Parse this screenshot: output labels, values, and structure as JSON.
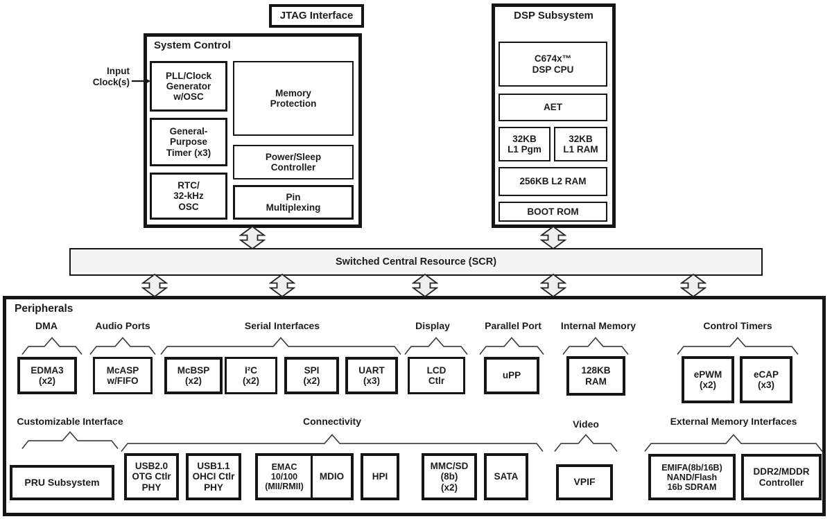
{
  "colors": {
    "scr_fill": "#f4f4f4",
    "arrow_fill": "#efefef",
    "line": "#161616"
  },
  "jtag": {
    "label": "JTAG Interface"
  },
  "input_clocks": {
    "label": "Input\nClock(s)"
  },
  "system_control": {
    "title": "System Control",
    "pll": "PLL/Clock\nGenerator\nw/OSC",
    "memory_protection": "Memory\nProtection",
    "gp_timer": "General-\nPurpose\nTimer (x3)",
    "power_sleep": "Power/Sleep\nController",
    "rtc": "RTC/\n32-kHz\nOSC",
    "pin_mux": "Pin\nMultiplexing"
  },
  "dsp": {
    "title": "DSP Subsystem",
    "cpu": "C674x™\nDSP CPU",
    "aet": "AET",
    "l1_pgm": "32KB\nL1 Pgm",
    "l1_ram": "32KB\nL1 RAM",
    "l2_ram": "256KB L2 RAM",
    "boot_rom": "BOOT ROM"
  },
  "scr": {
    "label": "Switched Central Resource (SCR)"
  },
  "peripherals": {
    "title": "Peripherals",
    "groups": {
      "dma": "DMA",
      "audio_ports": "Audio Ports",
      "serial": "Serial Interfaces",
      "display": "Display",
      "parallel_port": "Parallel Port",
      "internal_memory": "Internal Memory",
      "control_timers": "Control Timers",
      "customizable": "Customizable Interface",
      "connectivity": "Connectivity",
      "video": "Video",
      "external_memory": "External Memory Interfaces"
    },
    "boxes": {
      "edma3": "EDMA3\n(x2)",
      "mcasp": "McASP\nw/FIFO",
      "mcbsp": "McBSP\n(x2)",
      "i2c": "I²C\n(x2)",
      "spi": "SPI\n(x2)",
      "uart": "UART\n(x3)",
      "lcd": "LCD\nCtlr",
      "upp": "uPP",
      "ram128": "128KB\nRAM",
      "epwm": "ePWM\n(x2)",
      "ecap": "eCAP\n(x3)",
      "pru": "PRU Subsystem",
      "usb20": "USB2.0\nOTG Ctlr\nPHY",
      "usb11": "USB1.1\nOHCI Ctlr\nPHY",
      "emac": "EMAC\n10/100\n(MII/RMII)",
      "mdio": "MDIO",
      "hpi": "HPI",
      "mmcsd": "MMC/SD\n(8b)\n(x2)",
      "sata": "SATA",
      "vpif": "VPIF",
      "emifa": "EMIFA(8b/16B)\nNAND/Flash\n16b SDRAM",
      "ddr2": "DDR2/MDDR\nController"
    }
  }
}
